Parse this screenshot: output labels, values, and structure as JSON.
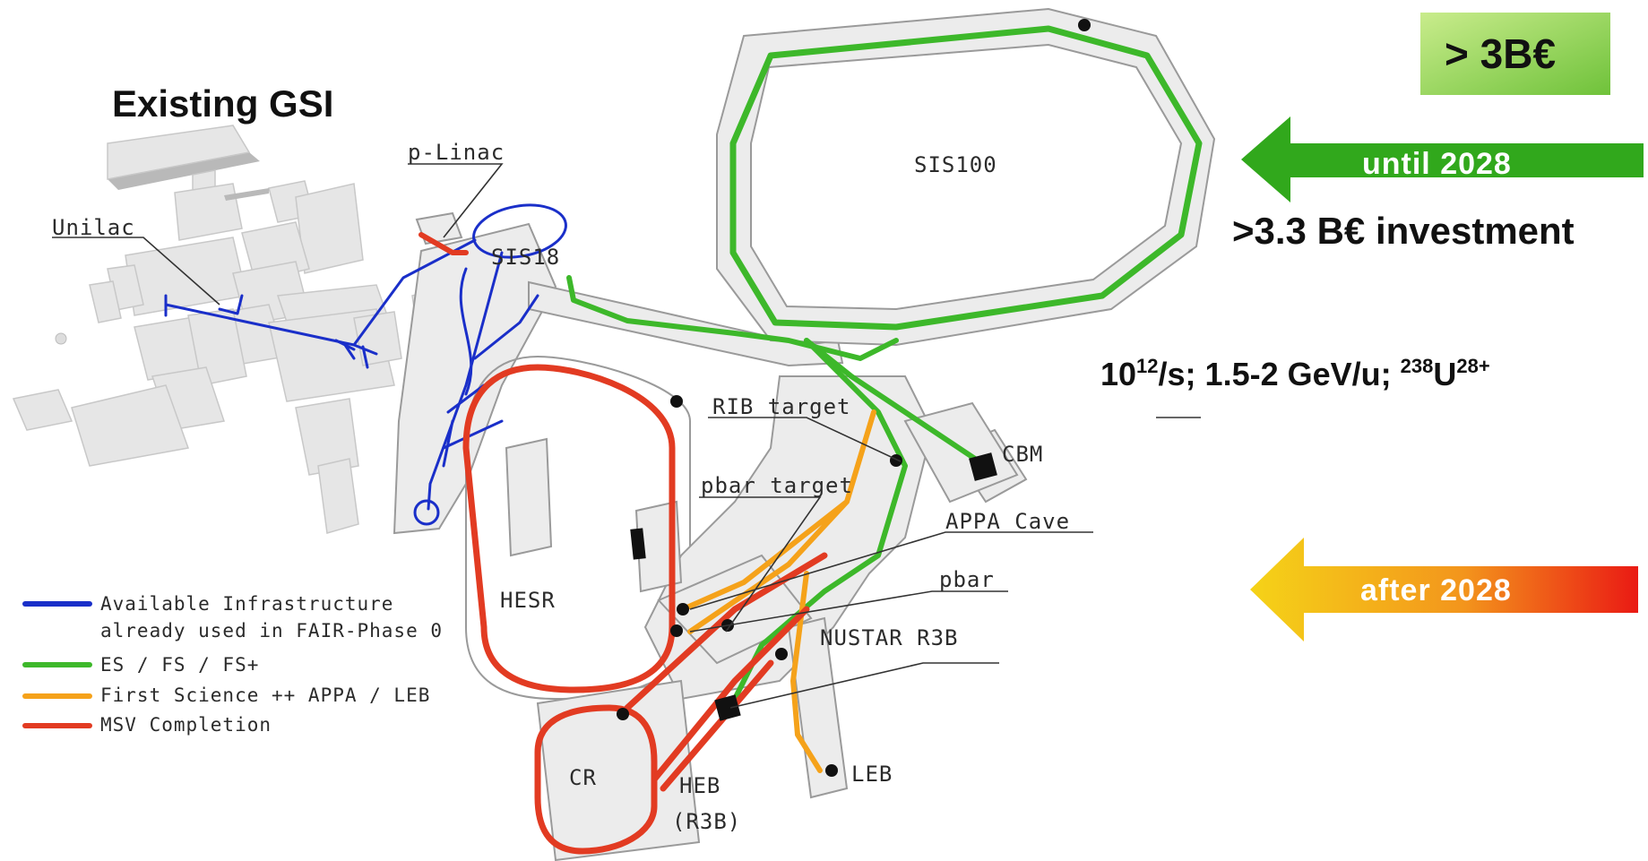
{
  "heading": "Existing GSI",
  "cost_box": {
    "text": "> 3B€"
  },
  "arrow_until": {
    "text": "until 2028"
  },
  "arrow_after": {
    "text": "after 2028"
  },
  "investment": ">3.3 B€ investment",
  "beam": {
    "base": "10",
    "exp1": "12",
    "rest1": "/s; 1.5-2 GeV/u; ",
    "iso_mass": "238",
    "element": "U",
    "charge": "28+"
  },
  "labels": {
    "sis100": "SIS100",
    "plinac": "p-Linac",
    "unilac": "Unilac",
    "sis18": "SIS18",
    "rib_target": "RIB target",
    "pbar_target": "pbar target",
    "cbm": "CBM",
    "appa_cave": "APPA Cave",
    "pbar": "pbar",
    "nustar": "NUSTAR R3B",
    "hesr": "HESR",
    "cr": "CR",
    "heb1": "HEB",
    "heb2": "(R3B)",
    "leb": "LEB"
  },
  "legend": [
    {
      "color": "#1a2fc9",
      "line1": "Available Infrastructure",
      "line2": "already used in FAIR-Phase 0"
    },
    {
      "color": "#3db82a",
      "line1": "ES / FS / FS+",
      "line2": ""
    },
    {
      "color": "#f5a21a",
      "line1": "First Science ++ APPA / LEB",
      "line2": ""
    },
    {
      "color": "#e23b22",
      "line1": "MSV Completion",
      "line2": ""
    }
  ]
}
